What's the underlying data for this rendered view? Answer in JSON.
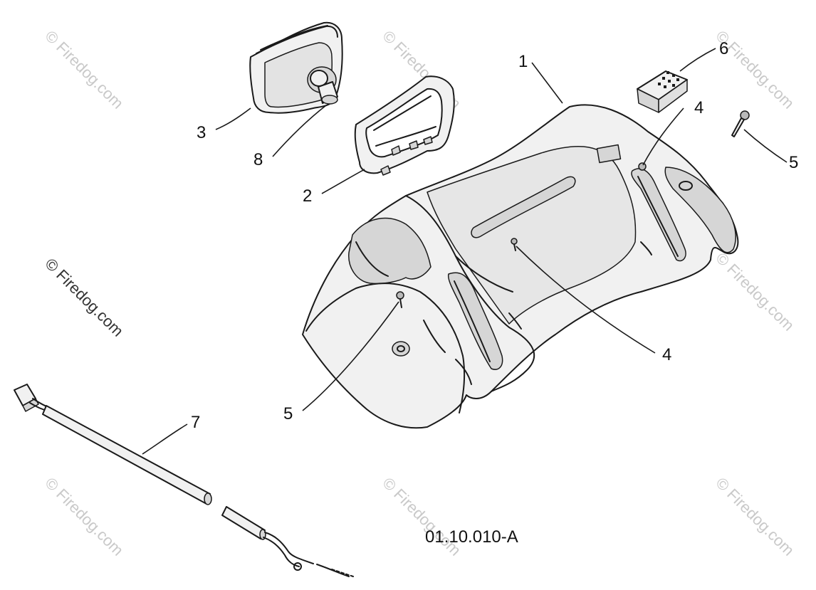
{
  "watermark": {
    "text": "© Firedog.com"
  },
  "diagram_code": "01.10.010-A",
  "callouts": [
    {
      "id": "c1",
      "label": "1"
    },
    {
      "id": "c6",
      "label": "6"
    },
    {
      "id": "c4a",
      "label": "4"
    },
    {
      "id": "c5a",
      "label": "5"
    },
    {
      "id": "c3",
      "label": "3"
    },
    {
      "id": "c8",
      "label": "8"
    },
    {
      "id": "c2",
      "label": "2"
    },
    {
      "id": "c7",
      "label": "7"
    },
    {
      "id": "c4b",
      "label": "4"
    },
    {
      "id": "c5b",
      "label": "5"
    }
  ],
  "colors": {
    "line": "#1a1a1a",
    "part_fill": "#f1f1f1",
    "shade": "#d6d6d6",
    "watermark_faint": "#c9c9c9",
    "watermark_strong": "#333333"
  }
}
